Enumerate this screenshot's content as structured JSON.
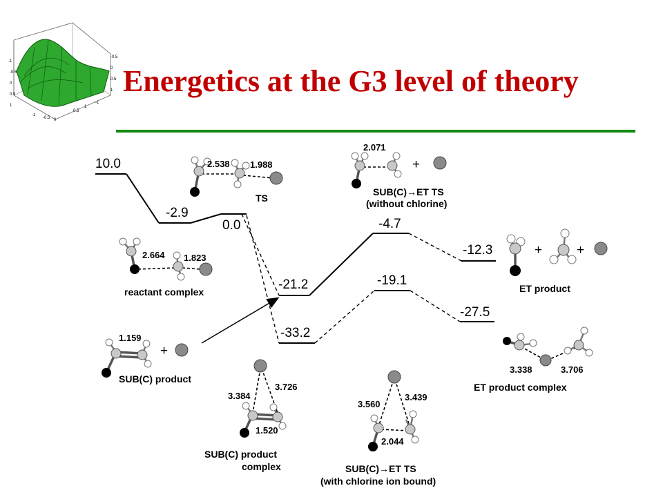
{
  "title": "Energetics at the G3 level of theory",
  "colors": {
    "title": "#c00000",
    "rule": "#118a11",
    "surface": "#2ea82e"
  },
  "icons": {
    "surface_plot": "3d-surface-plot-icon",
    "plus": "plus-icon"
  },
  "surface_plot_ticks": [
    "-1",
    "-0.5",
    "0",
    "0.5",
    "1",
    "-1",
    "-0.5",
    "0",
    "0.5",
    "1",
    "-1",
    "-0.5",
    "0",
    "0.5",
    "1"
  ],
  "energies": {
    "reactants": "10.0",
    "reactant_complex": "-2.9",
    "ts": "0.0",
    "sub_product": "-21.2",
    "sub_product_complex": "-33.2",
    "et_ts_no_cl": "-4.7",
    "et_ts_cl": "-19.1",
    "et_product": "-12.3",
    "et_product_complex": "-27.5"
  },
  "distances": {
    "ts_a": "2.538",
    "ts_b": "1.988",
    "et_ts_no_cl": "2.071",
    "reactant_a": "2.664",
    "reactant_b": "1.823",
    "sub_product": "1.159",
    "sub_complex_a": "3.384",
    "sub_complex_b": "3.726",
    "sub_complex_c": "1.520",
    "et_ts_cl_a": "3.560",
    "et_ts_cl_b": "3.439",
    "et_ts_cl_c": "2.044",
    "et_complex_a": "3.338",
    "et_complex_b": "3.706"
  },
  "captions": {
    "ts": "TS",
    "et_ts_no_cl_1": "SUB(C)→ET TS",
    "et_ts_no_cl_2": "(without chlorine)",
    "reactant_complex": "reactant complex",
    "et_product": "ET product",
    "sub_product": "SUB(C) product",
    "sub_complex_1": "SUB(C) product",
    "sub_complex_2": "complex",
    "et_ts_cl_1": "SUB(C)→ET TS",
    "et_ts_cl_2": "(with chlorine ion bound)",
    "et_complex": "ET product complex"
  },
  "plus_sign": "+"
}
